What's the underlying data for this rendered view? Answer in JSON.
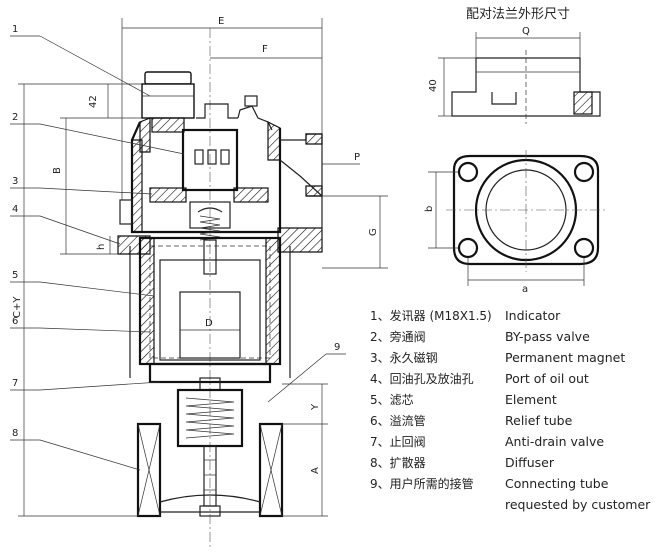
{
  "flange_title": "配对法兰外形尺寸",
  "dimensions": {
    "E": "E",
    "F": "F",
    "P": "P",
    "dim42": "42",
    "B": "B",
    "G": "G",
    "h": "h",
    "CY": "C+Y",
    "D": "D",
    "Y": "Y",
    "A": "A",
    "Q": "Q",
    "dim40": "40",
    "b": "b",
    "a": "a"
  },
  "callouts": [
    "1",
    "2",
    "3",
    "4",
    "5",
    "6",
    "7",
    "8",
    "9"
  ],
  "legend": [
    {
      "cn": "1、发讯器 (M18X1.5)",
      "en": "Indicator"
    },
    {
      "cn": "2、旁通阀",
      "en": "BY-pass valve"
    },
    {
      "cn": "3、永久磁钢",
      "en": "Permanent magnet"
    },
    {
      "cn": "4、回油孔及放油孔",
      "en": "Port of oil out"
    },
    {
      "cn": "5、滤芯",
      "en": "Element"
    },
    {
      "cn": "6、溢流管",
      "en": "Relief tube"
    },
    {
      "cn": "7、止回阀",
      "en": "Anti-drain valve"
    },
    {
      "cn": "8、扩散器",
      "en": "Diffuser"
    },
    {
      "cn": "9、用户所需的接管",
      "en": "Connecting tube"
    }
  ],
  "legend_extra": "requested by customer"
}
